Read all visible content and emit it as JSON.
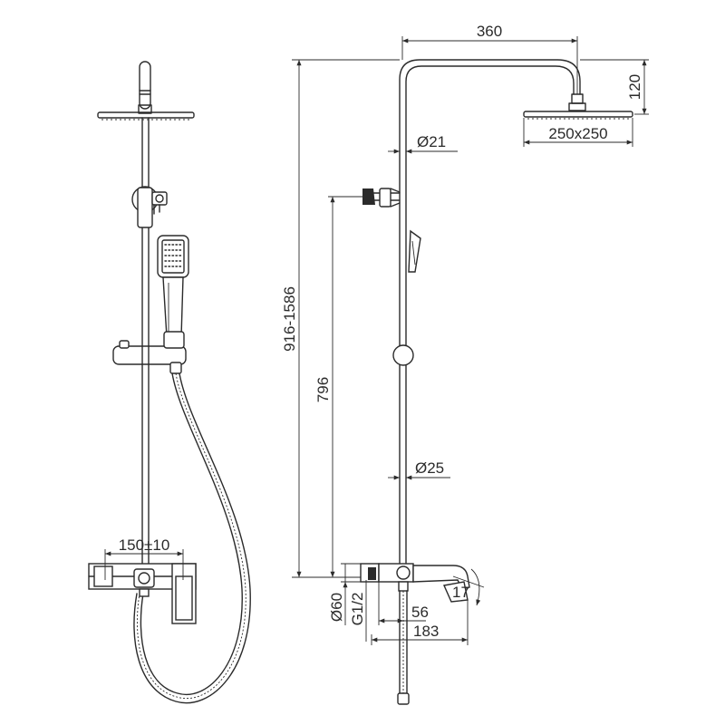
{
  "dimensions": {
    "arm_length": "360",
    "head_drop": "120",
    "head_size": "250x250",
    "pipe_upper_dia": "Ø21",
    "pipe_lower_dia": "Ø25",
    "total_height": "916-1586",
    "bracket_height": "796",
    "inlet_spacing": "150±10",
    "flange_dia": "Ø60",
    "thread": "G1/2",
    "offset_56": "56",
    "spout_reach": "183",
    "spout_angle": "17"
  }
}
